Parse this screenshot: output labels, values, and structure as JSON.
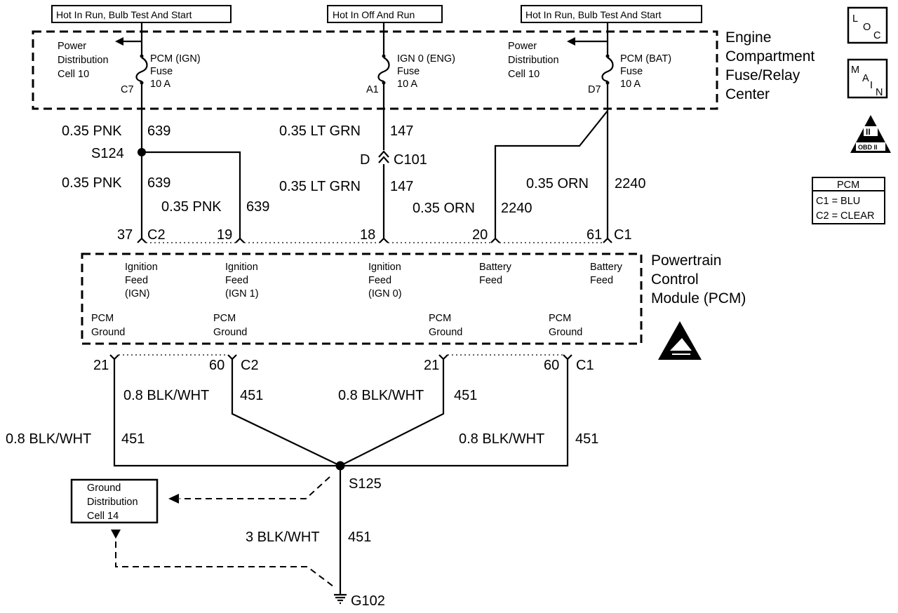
{
  "power_headers": [
    "Hot In Run, Bulb Test And Start",
    "Hot In Off And Run",
    "Hot In Run, Bulb Test And Start"
  ],
  "fuse_block": {
    "name_lines": [
      "Engine",
      "Compartment",
      "Fuse/Relay",
      "Center"
    ],
    "power_dist_left": [
      "Power",
      "Distribution",
      "Cell 10"
    ],
    "power_dist_right": [
      "Power",
      "Distribution",
      "Cell 10"
    ],
    "fuses": [
      {
        "name_lines": [
          "PCM (IGN)",
          "Fuse",
          "10 A"
        ],
        "pin": "C7"
      },
      {
        "name_lines": [
          "IGN 0 (ENG)",
          "Fuse",
          "10 A"
        ],
        "pin": "A1"
      },
      {
        "name_lines": [
          "PCM (BAT)",
          "Fuse",
          "10 A"
        ],
        "pin": "D7"
      }
    ]
  },
  "wires": {
    "w639_top": {
      "gauge": "0.35 PNK",
      "circuit": "639"
    },
    "w639_a": {
      "gauge": "0.35 PNK",
      "circuit": "639"
    },
    "w639_b": {
      "gauge": "0.35 PNK",
      "circuit": "639"
    },
    "w147_top": {
      "gauge": "0.35 LT GRN",
      "circuit": "147"
    },
    "w147_bot": {
      "gauge": "0.35 LT GRN",
      "circuit": "147"
    },
    "w2240_a": {
      "gauge": "0.35 ORN",
      "circuit": "2240"
    },
    "w2240_b": {
      "gauge": "0.35 ORN",
      "circuit": "2240"
    },
    "g451_1": {
      "gauge": "0.8 BLK/WHT",
      "circuit": "451"
    },
    "g451_2": {
      "gauge": "0.8 BLK/WHT",
      "circuit": "451"
    },
    "g451_3": {
      "gauge": "0.8 BLK/WHT",
      "circuit": "451"
    },
    "g451_4": {
      "gauge": "0.8 BLK/WHT",
      "circuit": "451"
    },
    "g451_main": {
      "gauge": "3 BLK/WHT",
      "circuit": "451"
    }
  },
  "splices": {
    "s124": "S124",
    "s125": "S125",
    "ground": "G102"
  },
  "connector_c101": {
    "pin": "D",
    "name": "C101"
  },
  "pcm_pins_top": [
    {
      "pin": "37",
      "conn": "C2"
    },
    {
      "pin": "19"
    },
    {
      "pin": "18"
    },
    {
      "pin": "20"
    },
    {
      "pin": "61",
      "conn": "C1"
    }
  ],
  "pcm": {
    "name_lines": [
      "Powertrain",
      "Control",
      "Module (PCM)"
    ],
    "feeds": [
      [
        "Ignition",
        "Feed",
        "(IGN)"
      ],
      [
        "Ignition",
        "Feed",
        "(IGN 1)"
      ],
      [
        "Ignition",
        "Feed",
        "(IGN 0)"
      ],
      [
        "Battery",
        "Feed"
      ],
      [
        "Battery",
        "Feed"
      ]
    ],
    "grounds": [
      [
        "PCM",
        "Ground"
      ],
      [
        "PCM",
        "Ground"
      ],
      [
        "PCM",
        "Ground"
      ],
      [
        "PCM",
        "Ground"
      ]
    ]
  },
  "pcm_pins_bottom": [
    {
      "pin": "21"
    },
    {
      "pin": "60",
      "conn": "C2"
    },
    {
      "pin": "21"
    },
    {
      "pin": "60",
      "conn": "C1"
    }
  ],
  "ground_dist": [
    "Ground",
    "Distribution",
    "Cell 14"
  ],
  "icons": {
    "loc": [
      "L",
      "O",
      "C"
    ],
    "main": [
      "M",
      "A",
      "I",
      "N"
    ],
    "obd": {
      "numeral": "II",
      "label": "OBD II"
    }
  },
  "connector_legend": {
    "title": "PCM",
    "lines": [
      "C1 = BLU",
      "C2 = CLEAR"
    ]
  }
}
